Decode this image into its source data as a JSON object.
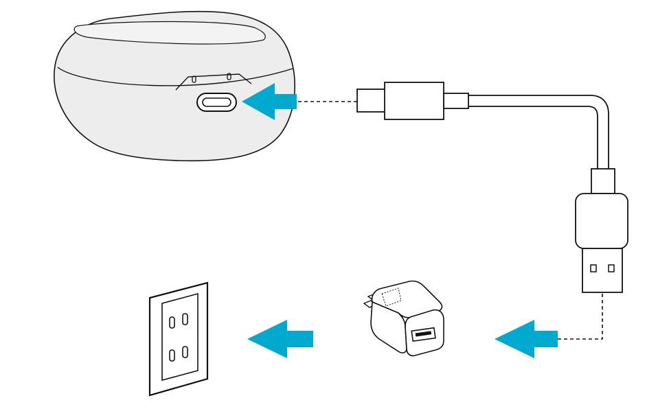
{
  "diagram": {
    "steps": [
      {
        "id": "case",
        "icon": "earbuds-charging-case-icon"
      },
      {
        "id": "cable",
        "icon": "usb-c-to-usb-a-cable-icon"
      },
      {
        "id": "adapter",
        "icon": "usb-wall-adapter-icon"
      },
      {
        "id": "outlet",
        "icon": "wall-outlet-icon"
      }
    ],
    "connections": [
      {
        "from": "cable-usb-c",
        "to": "case-usb-c-port",
        "style": "dashed"
      },
      {
        "from": "cable-usb-a",
        "to": "adapter-usb-port",
        "style": "dashed"
      },
      {
        "from": "adapter",
        "to": "outlet",
        "style": "arrow"
      }
    ],
    "colors": {
      "arrow": "#00A9CE",
      "line": "#000000",
      "case_fill": "#EDEDED",
      "background": "#FFFFFF"
    }
  }
}
